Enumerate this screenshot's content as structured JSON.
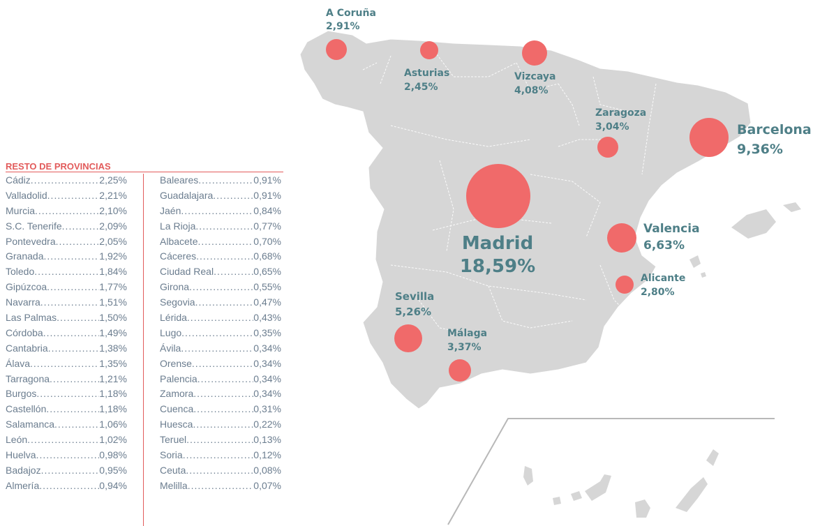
{
  "colors": {
    "bubble": "#f06a6a",
    "label": "#4e7f87",
    "land": "#d6d6d6",
    "accent": "#e25b5b",
    "list_text": "#6b7d8f"
  },
  "cities": [
    {
      "name": "A Coruña",
      "value": "2,91%"
    },
    {
      "name": "Asturias",
      "value": "2,45%"
    },
    {
      "name": "Vizcaya",
      "value": "4,08%"
    },
    {
      "name": "Zaragoza",
      "value": "3,04%"
    },
    {
      "name": "Barcelona",
      "value": "9,36%"
    },
    {
      "name": "Madrid",
      "value": "18,59%"
    },
    {
      "name": "Valencia",
      "value": "6,63%"
    },
    {
      "name": "Alicante",
      "value": "2,80%"
    },
    {
      "name": "Sevilla",
      "value": "5,26%"
    },
    {
      "name": "Málaga",
      "value": "3,37%"
    }
  ],
  "rest": {
    "title": "RESTO DE PROVINCIAS",
    "left": [
      {
        "name": "Cádiz",
        "value": "2,25%"
      },
      {
        "name": "Valladolid",
        "value": "2,21%"
      },
      {
        "name": "Murcia",
        "value": "2,10%"
      },
      {
        "name": "S.C. Tenerife",
        "value": "2,09%"
      },
      {
        "name": "Pontevedra",
        "value": "2,05%"
      },
      {
        "name": "Granada",
        "value": "1,92%"
      },
      {
        "name": "Toledo",
        "value": "1,84%"
      },
      {
        "name": "Gipúzcoa",
        "value": "1,77%"
      },
      {
        "name": "Navarra",
        "value": "1,51%"
      },
      {
        "name": "Las Palmas",
        "value": "1,50%"
      },
      {
        "name": "Córdoba",
        "value": "1,49%"
      },
      {
        "name": "Cantabria",
        "value": "1,38%"
      },
      {
        "name": "Álava",
        "value": "1,35%"
      },
      {
        "name": "Tarragona",
        "value": "1,21%"
      },
      {
        "name": "Burgos",
        "value": "1,18%"
      },
      {
        "name": "Castellón",
        "value": "1,18%"
      },
      {
        "name": "Salamanca",
        "value": "1,06%"
      },
      {
        "name": "León",
        "value": "1,02%"
      },
      {
        "name": "Huelva",
        "value": "0,98%"
      },
      {
        "name": "Badajoz",
        "value": "0,95%"
      },
      {
        "name": "Almería",
        "value": "0,94%"
      }
    ],
    "right": [
      {
        "name": "Baleares",
        "value": "0,91%"
      },
      {
        "name": "Guadalajara",
        "value": "0,91%"
      },
      {
        "name": "Jaén",
        "value": "0,84%"
      },
      {
        "name": "La Rioja",
        "value": "0,77%"
      },
      {
        "name": "Albacete",
        "value": "0,70%"
      },
      {
        "name": "Cáceres",
        "value": "0,68%"
      },
      {
        "name": "Ciudad Real",
        "value": "0,65%"
      },
      {
        "name": "Girona",
        "value": "0,55%"
      },
      {
        "name": "Segovia",
        "value": "0,47%"
      },
      {
        "name": "Lérida",
        "value": "0,43%"
      },
      {
        "name": "Lugo",
        "value": "0,35%"
      },
      {
        "name": "Ávila",
        "value": "0,34%"
      },
      {
        "name": "Orense",
        "value": "0,34%"
      },
      {
        "name": "Palencia",
        "value": "0,34%"
      },
      {
        "name": "Zamora",
        "value": "0,34%"
      },
      {
        "name": "Cuenca",
        "value": "0,31%"
      },
      {
        "name": "Huesca",
        "value": "0,22%"
      },
      {
        "name": "Teruel",
        "value": "0,13%"
      },
      {
        "name": "Soria",
        "value": "0,12%"
      },
      {
        "name": "Ceuta",
        "value": "0,08%"
      },
      {
        "name": "Melilla",
        "value": "0,07%"
      }
    ]
  }
}
